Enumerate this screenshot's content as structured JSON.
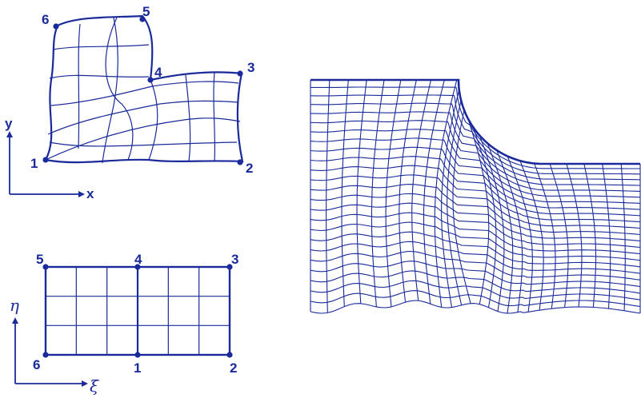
{
  "colors": {
    "ink": "#1a2a9a",
    "background": "#ffffff"
  },
  "physical_domain": {
    "corner_labels": [
      "1",
      "2",
      "3",
      "4",
      "5",
      "6"
    ],
    "axis_x_label": "x",
    "axis_y_label": "y"
  },
  "computational_domain": {
    "corner_labels": [
      "1",
      "2",
      "3",
      "4",
      "5",
      "6"
    ],
    "axis_xi_label": "ξ",
    "axis_eta_label": "η",
    "grid_cells": {
      "columns": 6,
      "rows": 3
    }
  },
  "mesh": {
    "streamwise_lines": 24,
    "transverse_lines": 26
  }
}
